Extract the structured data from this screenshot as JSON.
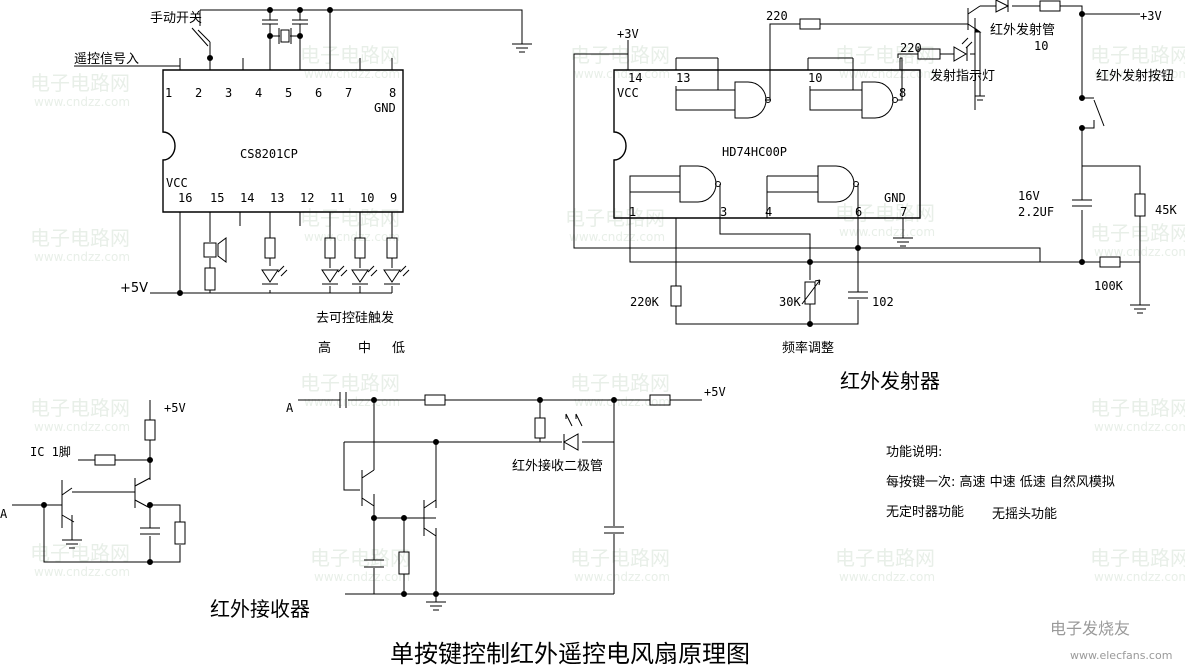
{
  "watermark": {
    "text": "电子电路网",
    "url": "www.cndzz.com"
  },
  "title": "单按键控制红外遥控电风扇原理图",
  "logo": {
    "text": "电子发烧友",
    "url": "www.elecfans.com"
  },
  "ic_cs8201": {
    "name": "CS8201CP",
    "top_pins": [
      "1",
      "2",
      "3",
      "4",
      "5",
      "6",
      "7",
      "8"
    ],
    "bottom_pins": [
      "16",
      "15",
      "14",
      "13",
      "12",
      "11",
      "10",
      "9"
    ],
    "vcc": "VCC",
    "gnd": "GND"
  },
  "controller_labels": {
    "manual_switch": "手动开关",
    "remote_input": "遥控信号入",
    "supply": "+5V",
    "triac_trigger": "去可控硅触发",
    "speed_high": "高",
    "speed_mid": "中",
    "speed_low": "低"
  },
  "ic_hd74": {
    "name": "HD74HC00P",
    "top_pins": [
      "14",
      "13",
      "10",
      "8"
    ],
    "bottom_pins": [
      "1",
      "3",
      "4",
      "6",
      "7"
    ],
    "vcc": "VCC",
    "gnd": "GND"
  },
  "transmitter_labels": {
    "supply_left": "+3V",
    "supply_right": "+3V",
    "r_220_a": "220",
    "r_220_b": "220",
    "ir_led": "红外发射管",
    "r_10": "10",
    "indicator": "发射指示灯",
    "button": "红外发射按钮",
    "cap_rating_v": "16V",
    "cap_rating_c": "2.2UF",
    "r_45k": "45K",
    "r_100k": "100K",
    "r_220k": "220K",
    "pot_30k": "30K",
    "cap_102": "102",
    "freq_adjust": "频率调整",
    "section_title": "红外发射器"
  },
  "receiver_labels": {
    "node_a": "A",
    "supply": "+5V",
    "ir_diode": "红外接收二极管",
    "section_title": "红外接收器"
  },
  "interface_labels": {
    "supply": "+5V",
    "ic_pin1": "IC 1脚",
    "node_a": "A"
  },
  "function_notes": {
    "heading": "功能说明:",
    "line1": "每按键一次: 高速 中速 低速 自然风模拟",
    "line2a": "无定时器功能",
    "line2b": "无摇头功能"
  }
}
